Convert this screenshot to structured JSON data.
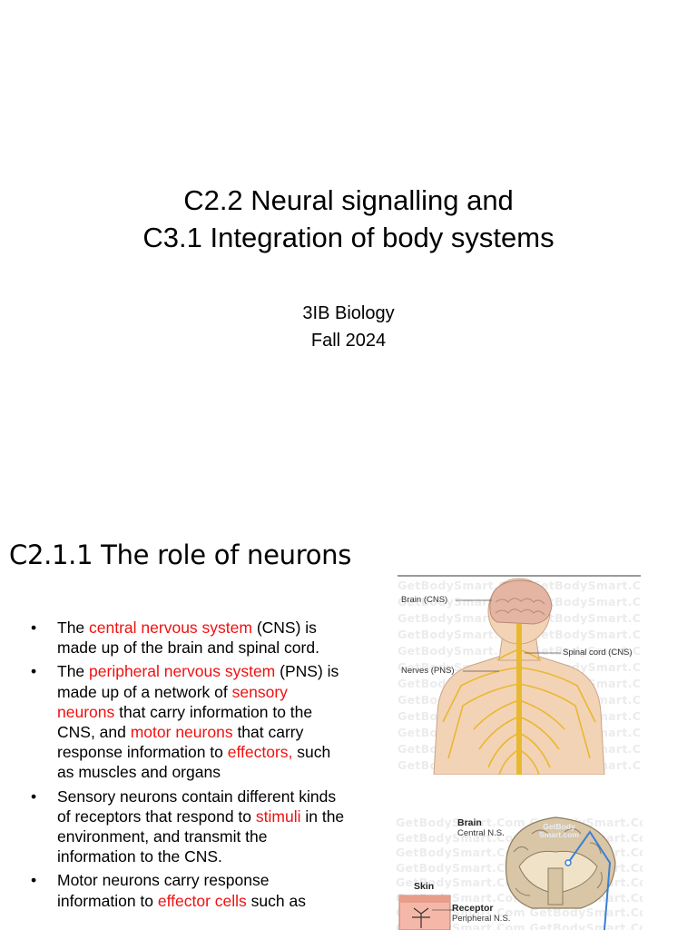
{
  "slide1": {
    "title_line1": "C2.2 Neural signalling and",
    "title_line2": "C3.1 Integration of body systems",
    "course": "3IB Biology",
    "term": "Fall 2024"
  },
  "slide2": {
    "title": "C2.1.1 The role of neurons",
    "bullets": [
      {
        "segments": [
          {
            "text": "The ",
            "red": false
          },
          {
            "text": "central nervous system",
            "red": true
          },
          {
            "text": " (CNS) is made up of the brain and spinal cord.",
            "red": false
          }
        ]
      },
      {
        "segments": [
          {
            "text": "The ",
            "red": false
          },
          {
            "text": "peripheral nervous system",
            "red": true
          },
          {
            "text": " (PNS) is made up of a network of ",
            "red": false
          },
          {
            "text": "sensory neurons",
            "red": true
          },
          {
            "text": " that carry information to the CNS, and ",
            "red": false
          },
          {
            "text": "motor neurons",
            "red": true
          },
          {
            "text": " that carry response information to ",
            "red": false
          },
          {
            "text": "effectors,",
            "red": true
          },
          {
            "text": " such as muscles and organs",
            "red": false
          }
        ]
      },
      {
        "segments": [
          {
            "text": "Sensory neurons contain different kinds of receptors that respond to ",
            "red": false
          },
          {
            "text": "stimuli",
            "red": true
          },
          {
            "text": " in the environment, and transmit the information to the CNS.",
            "red": false
          }
        ]
      },
      {
        "segments": [
          {
            "text": "Motor neurons carry response information to ",
            "red": false
          },
          {
            "text": "effector cells",
            "red": true
          },
          {
            "text": " such as",
            "red": false
          }
        ]
      }
    ],
    "figure1": {
      "watermark": "GetBodySmart.Com",
      "labels": {
        "brain": "Brain (CNS)",
        "nerves": "Nerves (PNS)",
        "spinal_cord": "Spinal cord (CNS)"
      }
    },
    "figure2": {
      "watermark": "GetBodySmart.Com",
      "labels": {
        "brain": "Brain",
        "central": "Central N.S.",
        "skin": "Skin",
        "receptor": "Receptor",
        "peripheral": "Peripheral N.S.",
        "logo": "GetBody Smart.com"
      }
    }
  },
  "colors": {
    "accent_red": "#ee1111",
    "nerve_yellow": "#e8b830",
    "skin_tone": "#f3d3b5"
  }
}
